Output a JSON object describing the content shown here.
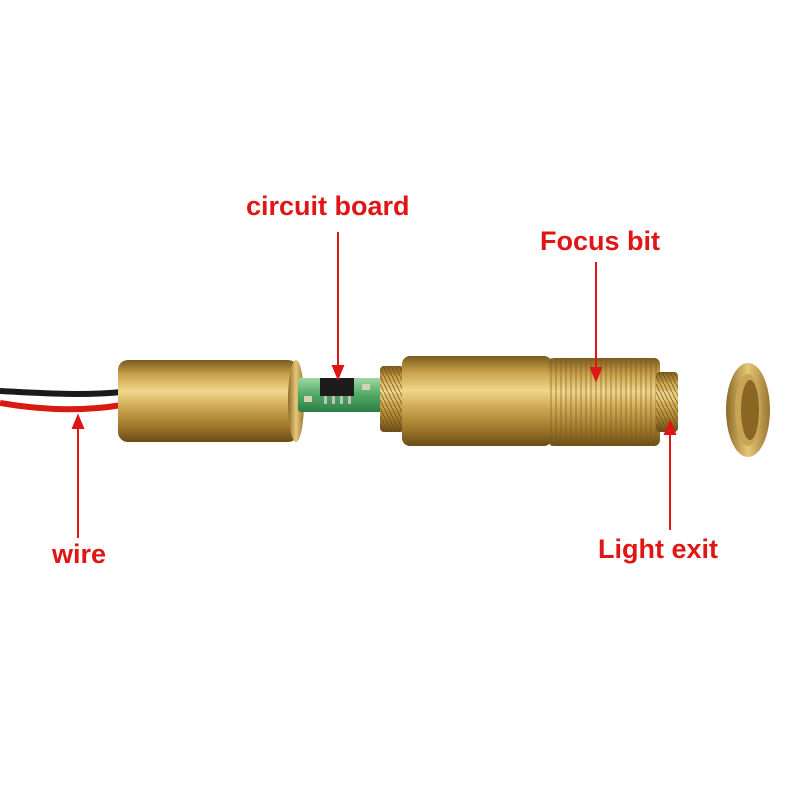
{
  "labels": {
    "circuit_board": "circuit board",
    "focus_bit": "Focus bit",
    "wire": "wire",
    "light_exit": "Light exit"
  },
  "colors": {
    "label_text": "#e01515",
    "leader_line": "#e01515",
    "background": "#ffffff"
  }
}
